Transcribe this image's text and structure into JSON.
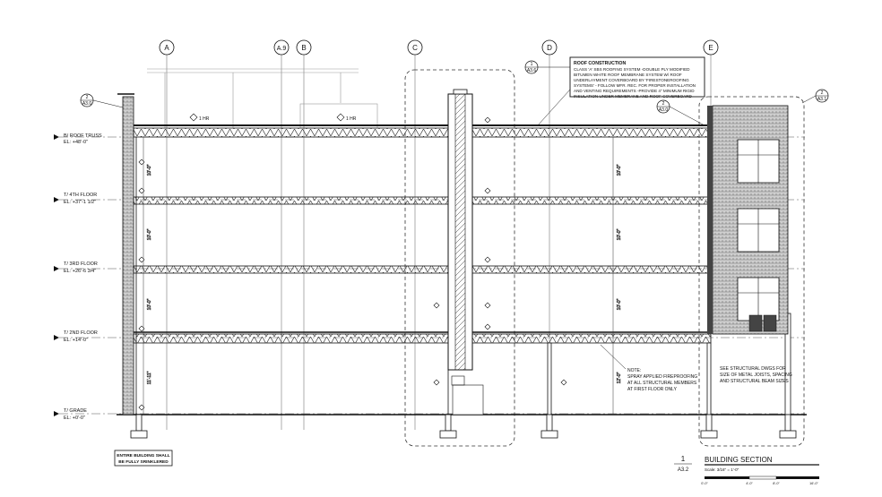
{
  "grid_lines": [
    {
      "id": "A",
      "label": "A"
    },
    {
      "id": "A9",
      "label": "A.9"
    },
    {
      "id": "B",
      "label": "B"
    },
    {
      "id": "C",
      "label": "C"
    },
    {
      "id": "D",
      "label": "D"
    },
    {
      "id": "E",
      "label": "E"
    }
  ],
  "levels": [
    {
      "id": "roof",
      "name": "B/ ROOF TRUSS",
      "elevation": "EL: +48'-0\""
    },
    {
      "id": "fourth",
      "name": "T/ 4TH FLOOR",
      "elevation": "EL: +37'-1 1/2\""
    },
    {
      "id": "third",
      "name": "T/ 3RD FLOOR",
      "elevation": "EL: +26'-6 3/4\""
    },
    {
      "id": "second",
      "name": "T/ 2ND FLOOR",
      "elevation": "EL: +14'-0\""
    },
    {
      "id": "grade",
      "name": "T/ GRADE",
      "elevation": "EL: +0'-0\""
    }
  ],
  "dimensions": {
    "left": [
      "10'-0\"",
      "10'-0\"",
      "10'-0\"",
      "11'-11\""
    ],
    "right": [
      "10'-0\"",
      "10'-0\"",
      "10'-0\"",
      "12'-0\""
    ]
  },
  "fire_rating_tags": [
    "1 HR",
    "1 HR"
  ],
  "section_callouts": [
    {
      "id": "left",
      "number": "2",
      "sheet": "A3.0"
    },
    {
      "id": "top",
      "number": "1",
      "sheet": "A3.6"
    },
    {
      "id": "mid",
      "number": "2",
      "sheet": "A3.0"
    },
    {
      "id": "right",
      "number": "2",
      "sheet": "A3.1"
    }
  ],
  "roof_note": {
    "title": "ROOF CONSTRUCTION",
    "lines": [
      "CLASS 'A' SBS ROOFING SYSTEM -DOUBLE PLY MODIFIED",
      "BITUMEN WHITE ROOF MEMBRANE SYSTEM W/ ROOF",
      "UNDERLAYMENT COVERBOARD BY 'FIRESTONEROOFING",
      "SYSTEMS' - FOLLOW MFR. REC. FOR PROPER INSTALLATION",
      "AND VENTING REQUIREMENTS -PROVIDE 4\" MINIMUM RIGID",
      "INSULATION UNDER MEMBRANE AND ROOF COVERBOARD"
    ]
  },
  "fireproofing_note": [
    "NOTE:",
    "SPRAY APPLIED FIREPROOFING",
    "AT ALL STRUCTURAL MEMBERS",
    "AT FIRST FLOOR ONLY"
  ],
  "structural_note": [
    "SEE STRUCTURAL DWGS FOR",
    "SIZE OF METAL JOISTS, SPACING",
    "AND STRUCTURAL BEAM SIZES"
  ],
  "sprinkler_note": [
    "ENTIRE BUILDING SHALL",
    "BE FULLY SRINKLERED"
  ],
  "title_block": {
    "number": "1",
    "sheet": "A3.2",
    "title": "BUILDING SECTION",
    "scale": "Scale:  3/16\" = 1'-0\"",
    "bar_ticks": [
      "0'-0\"",
      "4'-0\"",
      "8'-0\"",
      "16'-0\""
    ]
  },
  "colors": {
    "line": "#111111",
    "brick": "#9a9a9a",
    "paper": "#ffffff"
  }
}
